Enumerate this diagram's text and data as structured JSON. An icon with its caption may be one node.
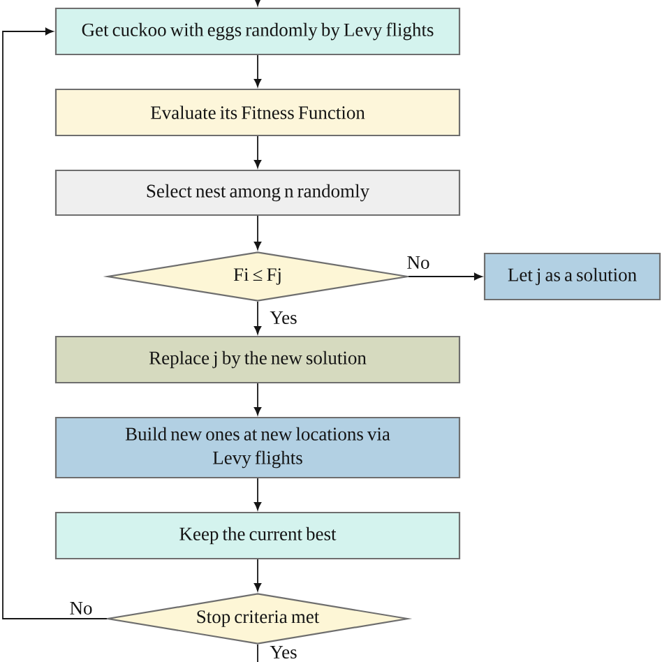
{
  "diagram": {
    "nodes": [
      {
        "text": [
          "Get cuckoo with eggs randomly by Levy flights"
        ]
      },
      {
        "text": [
          "Evaluate its Fitness Function"
        ]
      },
      {
        "text": [
          "Select nest among n randomly"
        ]
      },
      {
        "text": [
          "Fi ≤ Fj"
        ]
      },
      {
        "text": [
          "Let j as a solution"
        ]
      },
      {
        "text": [
          "Replace j by the new solution"
        ]
      },
      {
        "text": [
          "Build new ones at new locations via Levy flights"
        ]
      },
      {
        "text": [
          "Keep the current best"
        ]
      },
      {
        "text": [
          "Stop criteria met"
        ]
      }
    ],
    "edges": [
      {
        "from": null,
        "to": 0,
        "arrow": "to"
      },
      {
        "from": 0,
        "to": 1,
        "arrow": "to"
      },
      {
        "from": 1,
        "to": 2,
        "arrow": "to"
      },
      {
        "from": 2,
        "to": 3,
        "arrow": "to"
      },
      {
        "from": 3,
        "to": 4,
        "arrow": "to",
        "label": "No"
      },
      {
        "from": 3,
        "to": 5,
        "arrow": "to",
        "label": "Yes"
      },
      {
        "from": 5,
        "to": 6,
        "arrow": "to"
      },
      {
        "from": 6,
        "to": 7,
        "arrow": "to"
      },
      {
        "from": 7,
        "to": 8,
        "arrow": "to"
      },
      {
        "from": 8,
        "to": 0,
        "arrow": "to",
        "label": "No"
      },
      {
        "from": 8,
        "to": null,
        "arrow": "none",
        "label": "Yes"
      }
    ]
  }
}
